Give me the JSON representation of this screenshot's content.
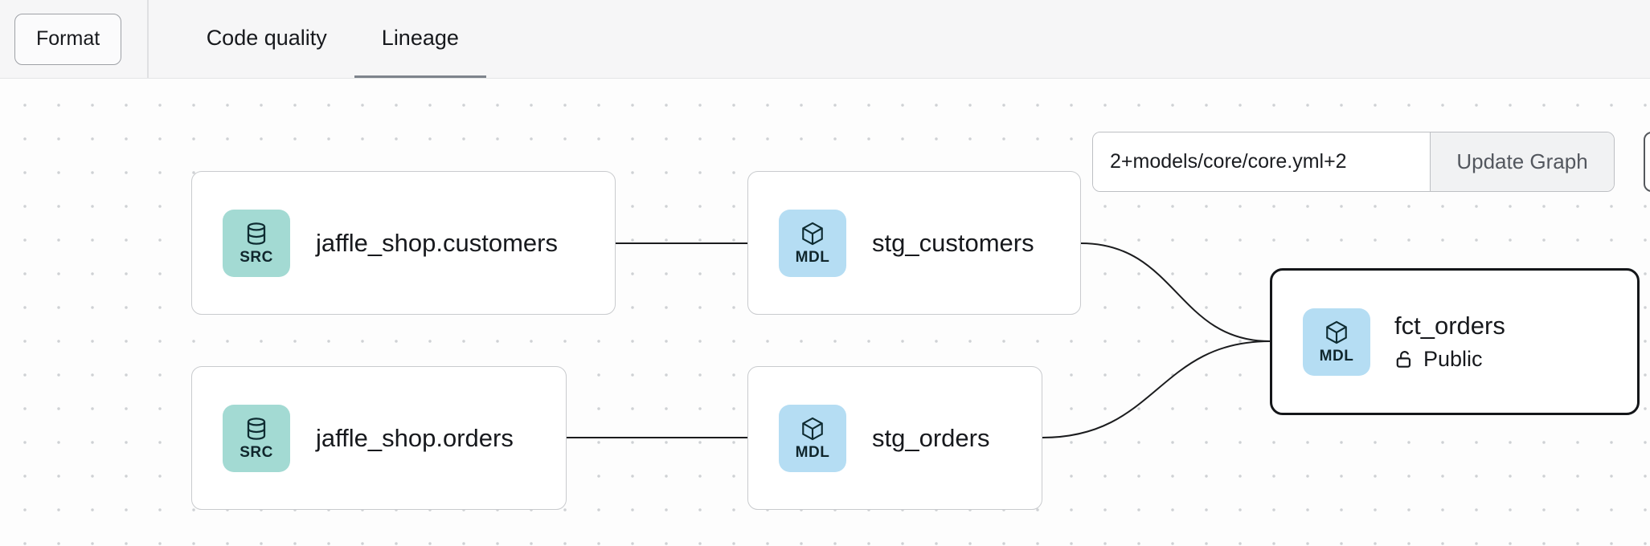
{
  "toolbar": {
    "format_label": "Format",
    "tabs": [
      {
        "label": "Code quality",
        "active": false
      },
      {
        "label": "Lineage",
        "active": true
      }
    ]
  },
  "graph_controls": {
    "selector_value": "2+models/core/core.yml+2",
    "update_button_label": "Update Graph"
  },
  "graph": {
    "nodes": [
      {
        "id": "jaffle_shop.customers",
        "badge": "SRC",
        "label": "jaffle_shop.customers",
        "selected": false
      },
      {
        "id": "stg_customers",
        "badge": "MDL",
        "label": "stg_customers",
        "selected": false
      },
      {
        "id": "jaffle_shop.orders",
        "badge": "SRC",
        "label": "jaffle_shop.orders",
        "selected": false
      },
      {
        "id": "stg_orders",
        "badge": "MDL",
        "label": "stg_orders",
        "selected": false
      },
      {
        "id": "fct_orders",
        "badge": "MDL",
        "label": "fct_orders",
        "access": "Public",
        "selected": true
      }
    ],
    "edges": [
      {
        "from": "jaffle_shop.customers",
        "to": "stg_customers"
      },
      {
        "from": "jaffle_shop.orders",
        "to": "stg_orders"
      },
      {
        "from": "stg_customers",
        "to": "fct_orders"
      },
      {
        "from": "stg_orders",
        "to": "fct_orders"
      }
    ]
  },
  "colors": {
    "src_badge_bg": "#a3dad3",
    "mdl_badge_bg": "#b5ddf3",
    "selected_node_border": "#141619",
    "tab_underline": "#7e848c",
    "edge_stroke": "#1b1c1e"
  }
}
